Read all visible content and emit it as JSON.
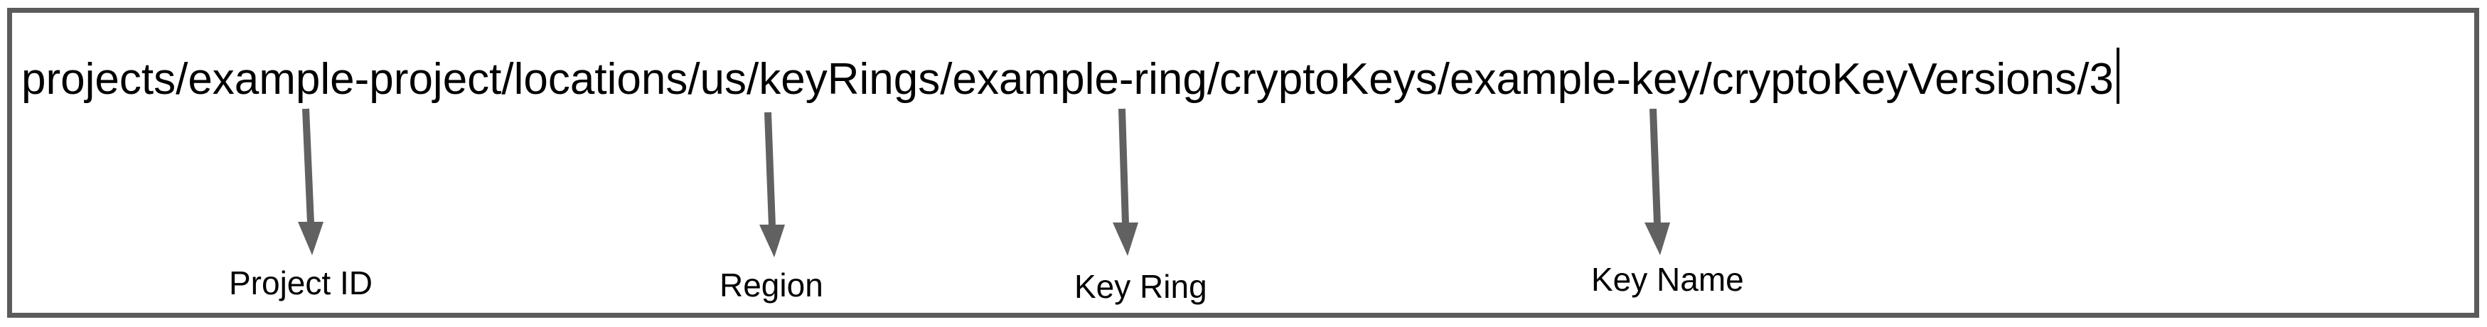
{
  "diagram": {
    "resource_path": {
      "full": "projects/example-project/locations/us/keyRings/example-ring/cryptoKeys/example-key/cryptoKeyVersions/3",
      "cursor_visible": true
    },
    "annotations": [
      {
        "label": "Project ID",
        "points_to_segment": "example-project"
      },
      {
        "label": "Region",
        "points_to_segment": "us"
      },
      {
        "label": "Key Ring",
        "points_to_segment": "example-ring"
      },
      {
        "label": "Key Name",
        "points_to_segment": "example-key"
      }
    ],
    "colors": {
      "border": "#5b5b5b",
      "arrow": "#616161",
      "text": "#000000"
    }
  }
}
